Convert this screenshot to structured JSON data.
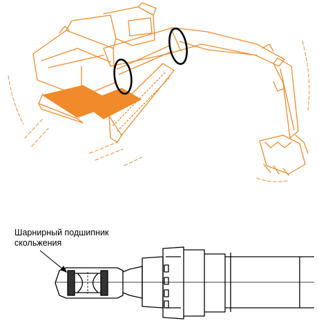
{
  "callout": {
    "line1": "Шарнирный подшипник",
    "line2": "скольжения"
  },
  "colors": {
    "line": "#f08a2a",
    "fill": "#f08a2a",
    "ink": "#000000",
    "paper": "#ffffff"
  },
  "highlight_markers": 2
}
